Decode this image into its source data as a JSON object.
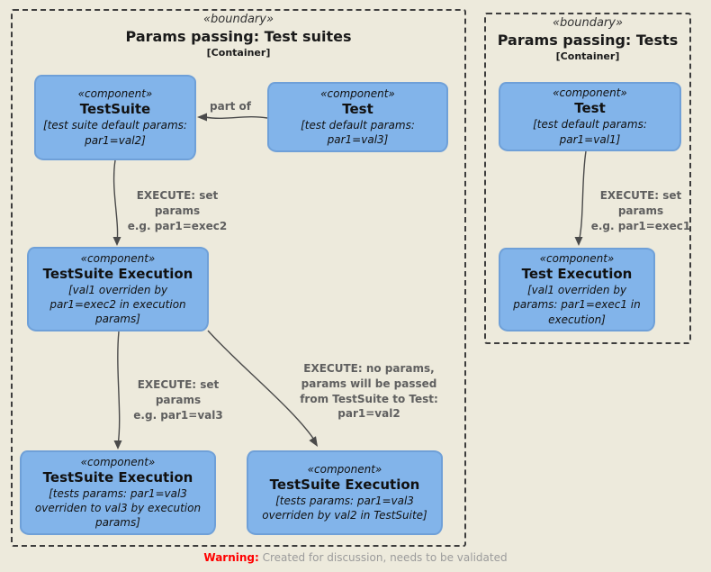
{
  "boundaries": [
    {
      "stereotype": "«boundary»",
      "title": "Params passing: Test suites",
      "subtitle": "[Container]"
    },
    {
      "stereotype": "«boundary»",
      "title": "Params passing: Tests",
      "subtitle": "[Container]"
    }
  ],
  "nodes": [
    {
      "stereotype": "«component»",
      "name": "TestSuite",
      "description": "[test suite default params: par1=val2]"
    },
    {
      "stereotype": "«component»",
      "name": "Test",
      "description": "[test default params: par1=val3]"
    },
    {
      "stereotype": "«component»",
      "name": "TestSuite Execution",
      "description": "[val1 overriden by par1=exec2 in execution params]"
    },
    {
      "stereotype": "«component»",
      "name": "TestSuite Execution",
      "description": "[tests params: par1=val3 overriden to val3 by execution params]"
    },
    {
      "stereotype": "«component»",
      "name": "TestSuite Execution",
      "description": "[tests params: par1=val3 overriden by val2 in TestSuite]"
    },
    {
      "stereotype": "«component»",
      "name": "Test",
      "description": "[test default params: par1=val1]"
    },
    {
      "stereotype": "«component»",
      "name": "Test Execution",
      "description": "[val1 overriden by params: par1=exec1 in execution]"
    }
  ],
  "edges": [
    {
      "label": "part of"
    },
    {
      "label": "EXECUTE: set params\ne.g. par1=exec2"
    },
    {
      "label": "EXECUTE: set params\ne.g. par1=val3"
    },
    {
      "label": "EXECUTE: no params,\nparams will be passed\nfrom TestSuite to Test:\npar1=val2"
    },
    {
      "label": "EXECUTE: set params\ne.g. par1=exec1"
    }
  ],
  "warning": {
    "prefix": "Warning:",
    "text": " Created for discussion, needs to be validated"
  },
  "colors": {
    "background": "#edeadc",
    "node_fill": "#82b4ea",
    "node_border": "#6fa0d8",
    "boundary_border": "#3d3d3d",
    "edge": "#4a4a4a",
    "edge_label": "#5f5f5f",
    "warning_prefix": "#ff0000",
    "warning_text": "#9b9b9b"
  }
}
